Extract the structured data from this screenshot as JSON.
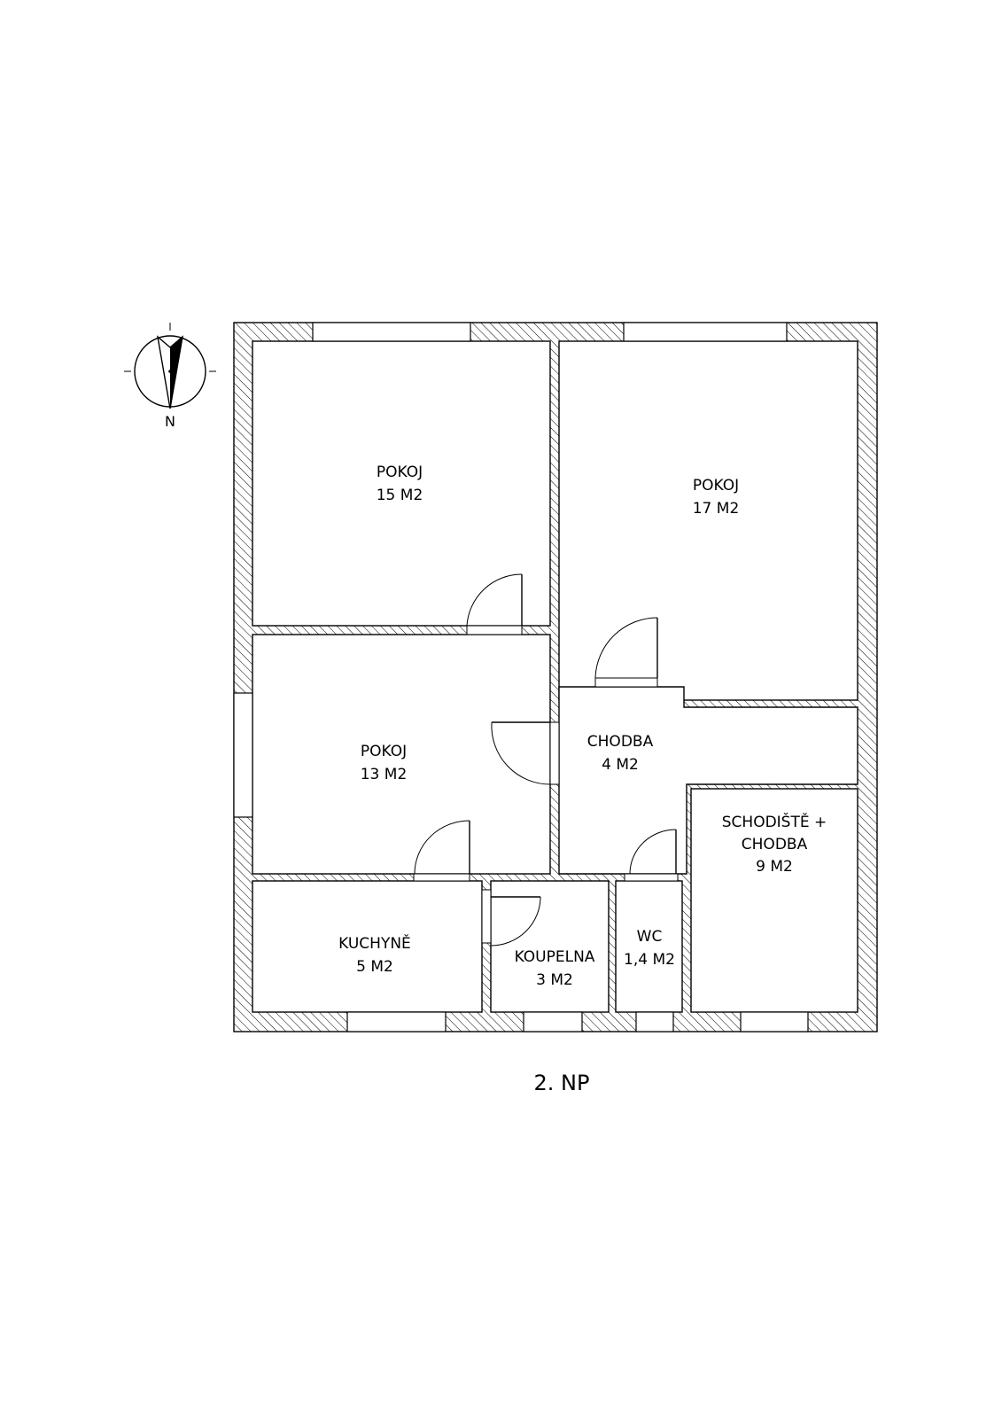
{
  "floor": {
    "label": "2. NP"
  },
  "compass": {
    "letter": "N",
    "icon": "north-arrow-icon"
  },
  "rooms": [
    {
      "id": "pokoj-15",
      "name": "POKOJ",
      "area": "15 M2"
    },
    {
      "id": "pokoj-17",
      "name": "POKOJ",
      "area": "17 M2"
    },
    {
      "id": "pokoj-13",
      "name": "POKOJ",
      "area": "13 M2"
    },
    {
      "id": "chodba",
      "name": "CHODBA",
      "area": "4 M2"
    },
    {
      "id": "schodiste",
      "name": "SCHODIŠTĚ +",
      "name2": "CHODBA",
      "area": "9 M2"
    },
    {
      "id": "kuchyne",
      "name": "KUCHYNĚ",
      "area": "5 M2"
    },
    {
      "id": "koupelna",
      "name": "KOUPELNA",
      "area": "3 M2"
    },
    {
      "id": "wc",
      "name": "WC",
      "area": "1,4 M2"
    }
  ]
}
